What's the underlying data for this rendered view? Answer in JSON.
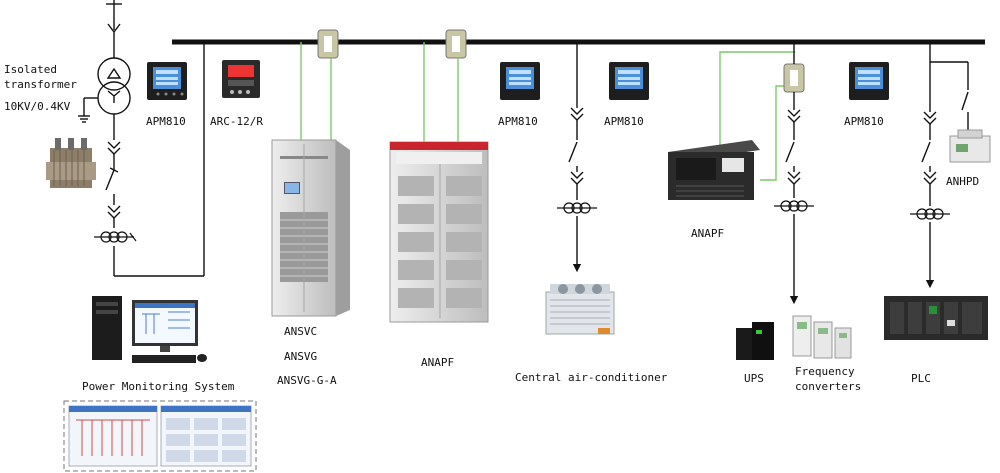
{
  "labels": {
    "transformer": "Isolated\ntransformer",
    "transformer_rating": "10KV/0.4KV",
    "apm810_1": "APM810",
    "arc": "ARC-12/R",
    "ansvc": "ANSVC",
    "ansvg": "ANSVG",
    "ansvg_g_a": "ANSVG-G-A",
    "anapf_cabinet": "ANAPF",
    "apm810_2": "APM810",
    "apm810_3": "APM810",
    "central_ac": "Central air-conditioner",
    "anapf_rack": "ANAPF",
    "apm810_4": "APM810",
    "ups": "UPS",
    "freq_conv": "Frequency\nconverters",
    "anhpd": "ANHPD",
    "plc": "PLC",
    "power_monitoring": "Power Monitoring System"
  },
  "colors": {
    "busbar": "#111111",
    "signal_line": "#7dc96b",
    "ct_fill": "#c9c6a6",
    "meter_screen": "#4a8fd8",
    "cabinet_body": "#d8d8d8",
    "anapf_top_stripe": "#c8262c"
  }
}
